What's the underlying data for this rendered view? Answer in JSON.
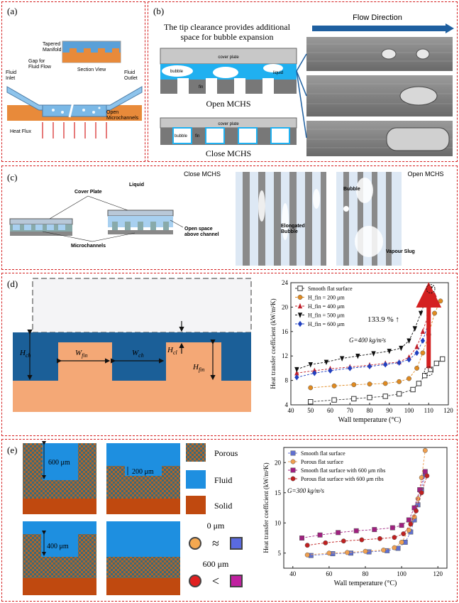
{
  "panel_a": {
    "label": "(a)",
    "tapered_manifold": "Tapered\nManifold",
    "gap": "Gap for\nFluid Flow",
    "section_view": "Section View",
    "fluid_inlet": "Fluid\nInlet",
    "fluid_outlet": "Fluid\nOutlet",
    "open_microchannels": "Open\nMicrochannels",
    "heat_flux": "Heat Flux"
  },
  "panel_b": {
    "label": "(b)",
    "caption": "The tip clearance provides additional\nspace for bubble expansion",
    "flow_direction": "Flow Direction",
    "cover_plate": "cover plate",
    "bubble": "bubble",
    "liquid": "liquid",
    "fin": "fin",
    "open_label": "Open MCHS",
    "close_label": "Close MCHS"
  },
  "panel_c": {
    "label": "(c)",
    "close_title": "Close MCHS",
    "open_title": "Open MCHS",
    "cover_plate": "Cover Plate",
    "liquid": "Liquid",
    "microchannels": "Microchannels",
    "open_space": "Open space\nabove channel",
    "elongated_bubble": "Elongated\nBubble",
    "bubble": "Bubble",
    "vapour_slug": "Vapour Slug"
  },
  "panel_d": {
    "label": "(d)",
    "h_ch": "H",
    "h_ch_sub": "ch",
    "w_fin": "W",
    "w_fin_sub": "fin",
    "w_ch": "W",
    "w_ch_sub": "ch",
    "h_cl": "H",
    "h_cl_sub": "cl",
    "h_fin": "H",
    "h_fin_sub": "fin",
    "annotation": "133.9 % ↑",
    "g_label": "G=400 kg/m²s"
  },
  "panel_e": {
    "label": "(e)",
    "dim_600": "600 μm",
    "dim_200": "200 μm",
    "dim_400": "400 μm",
    "legend_porous": "Porous",
    "legend_fluid": "Fluid",
    "legend_solid": "Solid",
    "zero_um": "0 μm",
    "six_hundred_um": "600 μm",
    "approx": "≈",
    "less": "<",
    "g_label": "G=300 kg/m²s"
  },
  "colors": {
    "border": "#d42020",
    "fluid": "#1e8fe0",
    "solid": "#c0490f",
    "substrate": "#f4a876",
    "dark_fluid": "#1b5f98"
  },
  "chart_data": [
    {
      "type": "line",
      "xlabel": "Wall temperature (°C)",
      "ylabel": "Heat transfer coefficient (kW/m²K)",
      "xlim": [
        40,
        120
      ],
      "ylim": [
        4,
        24
      ],
      "xticks": [
        40,
        50,
        60,
        70,
        80,
        90,
        100,
        110,
        120
      ],
      "yticks": [
        4,
        8,
        12,
        16,
        20,
        24
      ],
      "legend_position": "top-left",
      "series": [
        {
          "name": "Smooth flat surface",
          "color": "#333333",
          "marker": "square-open",
          "x": [
            50,
            62,
            72,
            80,
            88,
            95,
            102,
            105,
            108,
            111,
            114,
            117
          ],
          "y": [
            4.5,
            4.8,
            5.0,
            5.2,
            5.4,
            5.8,
            6.5,
            7.5,
            8.8,
            9.8,
            10.8,
            11.5
          ]
        },
        {
          "name": "H_fin = 200 μm",
          "color": "#e08a20",
          "marker": "circle",
          "x": [
            50,
            62,
            72,
            80,
            88,
            95,
            100,
            104,
            107,
            110,
            113,
            116
          ],
          "y": [
            6.8,
            7.1,
            7.3,
            7.4,
            7.5,
            7.8,
            8.3,
            10.0,
            12.5,
            15.5,
            19.0,
            21.0
          ]
        },
        {
          "name": "H_fin = 400 μm",
          "color": "#c0202a",
          "marker": "triangle-up",
          "x": [
            43,
            52,
            60,
            70,
            80,
            88,
            95,
            100,
            104,
            107,
            110,
            113
          ],
          "y": [
            9.2,
            9.6,
            9.9,
            10.2,
            10.5,
            10.8,
            11.0,
            11.8,
            13.5,
            16.0,
            19.0,
            22.0
          ]
        },
        {
          "name": "H_fin = 500 μm",
          "color": "#111111",
          "marker": "triangle-down",
          "x": [
            43,
            50,
            58,
            66,
            74,
            82,
            90,
            96,
            100,
            103,
            106,
            109,
            111
          ],
          "y": [
            9.8,
            10.6,
            11.0,
            11.6,
            12.0,
            12.4,
            12.8,
            13.3,
            14.5,
            16.5,
            19.0,
            21.5,
            23.0
          ]
        },
        {
          "name": "H_fin = 600 μm",
          "color": "#2040c0",
          "marker": "diamond",
          "x": [
            43,
            52,
            60,
            70,
            80,
            88,
            95,
            100,
            104,
            107,
            110
          ],
          "y": [
            8.5,
            9.2,
            9.6,
            10.0,
            10.3,
            10.6,
            10.9,
            11.4,
            12.5,
            14.5,
            17.5
          ]
        }
      ]
    },
    {
      "type": "line",
      "xlabel": "Wall temperature (°C)",
      "ylabel": "Heat transfer coefficient (kW/m²K)",
      "xlim": [
        35,
        125
      ],
      "ylim": [
        2.5,
        22.5
      ],
      "xticks": [
        40,
        60,
        80,
        100,
        120
      ],
      "yticks": [
        5,
        10,
        15,
        20
      ],
      "legend_position": "top-left",
      "series": [
        {
          "name": "Smooth flat surface",
          "color": "#6070d0",
          "marker": "square",
          "x": [
            50,
            62,
            72,
            82,
            92,
            98,
            102,
            105,
            107,
            109,
            111,
            113
          ],
          "y": [
            4.6,
            4.9,
            5.0,
            5.2,
            5.4,
            5.8,
            6.8,
            8.5,
            10.5,
            13.0,
            15.5,
            18.0
          ]
        },
        {
          "name": "Porous flat surface",
          "color": "#f0a050",
          "marker": "circle",
          "x": [
            48,
            60,
            70,
            80,
            90,
            96,
            100,
            104,
            107,
            109,
            111,
            113
          ],
          "y": [
            4.7,
            5.0,
            5.1,
            5.3,
            5.5,
            5.9,
            6.8,
            8.8,
            11.0,
            14.0,
            17.5,
            22.0
          ]
        },
        {
          "name": "Smooth flat surface with 600 μm ribs",
          "color": "#a02080",
          "marker": "square",
          "x": [
            45,
            55,
            65,
            75,
            85,
            95,
            100,
            104,
            107,
            110,
            113
          ],
          "y": [
            7.5,
            8.0,
            8.4,
            8.7,
            8.9,
            9.2,
            9.6,
            10.5,
            12.5,
            15.5,
            18.5
          ]
        },
        {
          "name": "Porous flat surface with 600 μm ribs",
          "color": "#c02020",
          "marker": "circle",
          "x": [
            48,
            58,
            68,
            78,
            88,
            96,
            101,
            105,
            108,
            111,
            114
          ],
          "y": [
            6.3,
            6.7,
            7.0,
            7.2,
            7.4,
            7.6,
            8.2,
            9.8,
            12.0,
            15.0,
            17.8
          ]
        }
      ]
    }
  ]
}
